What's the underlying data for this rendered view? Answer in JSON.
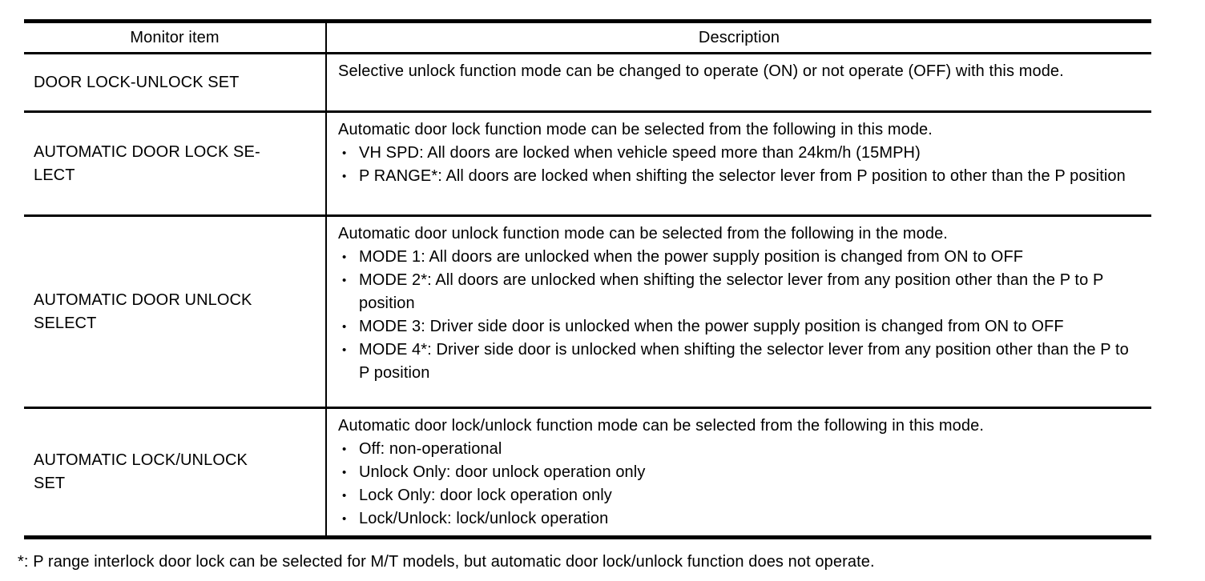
{
  "table": {
    "headers": {
      "monitor_item": "Monitor item",
      "description": "Description"
    },
    "rows": [
      {
        "item": "DOOR LOCK-UNLOCK SET",
        "intro": "Selective unlock function mode can be changed to operate (ON) or not operate (OFF) with this mode.",
        "bullets": []
      },
      {
        "item": "AUTOMATIC DOOR LOCK SE-\nLECT",
        "intro": "Automatic door lock function mode can be selected from the following in this mode.",
        "bullets": [
          "VH SPD: All doors are locked when vehicle speed more than 24km/h (15MPH)",
          "P RANGE*: All doors are locked when shifting the selector lever from P position to other than the P position"
        ]
      },
      {
        "item": "AUTOMATIC DOOR UNLOCK\nSELECT",
        "intro": "Automatic door unlock function mode can be selected from the following in the mode.",
        "bullets": [
          "MODE 1: All doors are unlocked when the power supply position is changed from ON to OFF",
          "MODE 2*: All doors are unlocked when shifting the selector lever from any position other than the P to P position",
          "MODE 3: Driver side door is unlocked when the power supply position is changed from ON to OFF",
          "MODE 4*: Driver side door is unlocked when shifting the selector lever from any position other than the P to P position"
        ]
      },
      {
        "item": "AUTOMATIC LOCK/UNLOCK\nSET",
        "intro": "Automatic door lock/unlock function mode can be selected from the following in this mode.",
        "bullets": [
          "Off: non-operational",
          "Unlock Only: door unlock operation only",
          "Lock Only: door lock operation only",
          "Lock/Unlock: lock/unlock operation"
        ]
      }
    ],
    "bullet_char": "•",
    "footnote": "*: P range interlock door lock can be selected for M/T models, but automatic door lock/unlock function does not operate.",
    "colors": {
      "border": "#000000",
      "text": "#000000",
      "background": "#ffffff"
    }
  }
}
